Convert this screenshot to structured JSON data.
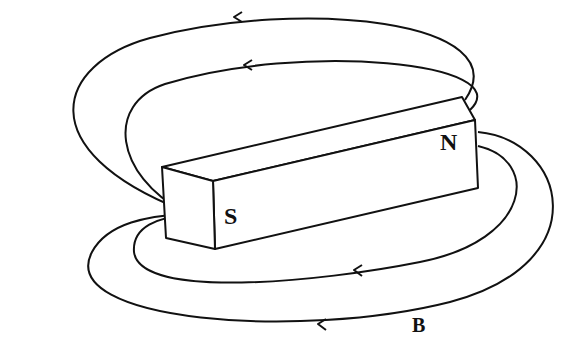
{
  "diagram": {
    "labels": [
      "S",
      "N",
      "B"
    ]
  }
}
